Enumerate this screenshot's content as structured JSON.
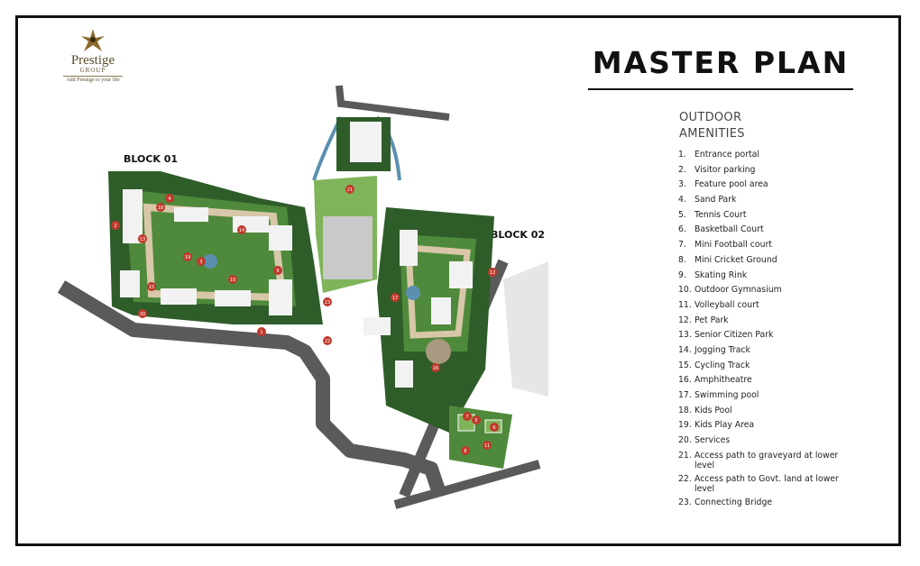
{
  "logo": {
    "name": "Prestige",
    "sub": "GROUP",
    "tagline": "Add Prestige to your life"
  },
  "title": "MASTER PLAN",
  "amenities": {
    "heading_line1": "OUTDOOR",
    "heading_line2": "AMENITIES",
    "items": [
      {
        "num": "1.",
        "label": "Entrance portal"
      },
      {
        "num": "2.",
        "label": "Visitor parking"
      },
      {
        "num": "3.",
        "label": "Feature pool area"
      },
      {
        "num": "4.",
        "label": "Sand Park"
      },
      {
        "num": "5.",
        "label": "Tennis Court"
      },
      {
        "num": "6.",
        "label": "Basketball Court"
      },
      {
        "num": "7.",
        "label": "Mini Football court"
      },
      {
        "num": "8.",
        "label": "Mini Cricket Ground"
      },
      {
        "num": "9.",
        "label": "Skating Rink"
      },
      {
        "num": "10.",
        "label": "Outdoor Gymnasium"
      },
      {
        "num": "11.",
        "label": "Volleyball court"
      },
      {
        "num": "12.",
        "label": "Pet Park"
      },
      {
        "num": "13.",
        "label": "Senior Citizen Park"
      },
      {
        "num": "14.",
        "label": "Jogging Track"
      },
      {
        "num": "15.",
        "label": "Cycling Track"
      },
      {
        "num": "16.",
        "label": "Amphitheatre"
      },
      {
        "num": "17.",
        "label": "Swimming pool"
      },
      {
        "num": "18.",
        "label": "Kids Pool"
      },
      {
        "num": "19.",
        "label": "Kids Play Area"
      },
      {
        "num": "20.",
        "label": "Services"
      },
      {
        "num": "21.",
        "label": "Access path to graveyard at lower level"
      },
      {
        "num": "22.",
        "label": "Access path to Govt. land at lower level"
      },
      {
        "num": "23.",
        "label": "Connecting Bridge"
      }
    ]
  },
  "map": {
    "block1_label": "BLOCK 01",
    "block2_label": "BLOCK 02",
    "colors": {
      "green_dark": "#2f5d2a",
      "green": "#4f8a3c",
      "green_light": "#7fb45a",
      "road": "#5a5a5a",
      "pathway": "#d8c7a8",
      "building": "#f2f2f2",
      "marker": "#c0392b",
      "water": "#5a8fb0"
    },
    "markers": [
      "1",
      "2",
      "3",
      "4",
      "5",
      "6",
      "7",
      "8",
      "9",
      "10",
      "11",
      "12",
      "13",
      "14",
      "15",
      "16",
      "17",
      "18",
      "19",
      "20",
      "21",
      "22",
      "23"
    ]
  }
}
